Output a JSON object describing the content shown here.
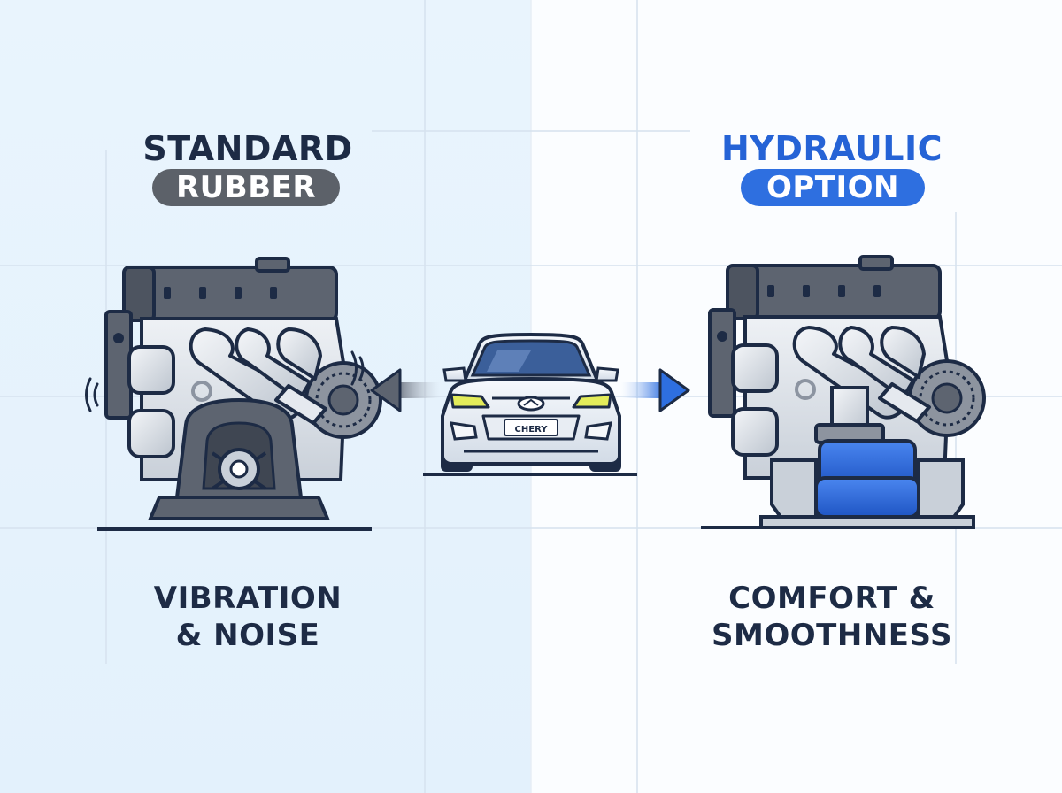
{
  "left": {
    "title": "STANDARD",
    "pill": "RUBBER",
    "caption_line1": "VIBRATION",
    "caption_line2": "& NOISE"
  },
  "right": {
    "title": "HYDRAULIC",
    "pill": "OPTION",
    "caption_line1": "COMFORT &",
    "caption_line2": "SMOOTHNESS"
  },
  "car": {
    "badge": "CHERY"
  },
  "colors": {
    "dark": "#1d2b45",
    "gray_pill": "#5c6169",
    "blue": "#2563d6",
    "blue_fill": "#2e6fe0",
    "left_bg": "#e6f3fd"
  }
}
